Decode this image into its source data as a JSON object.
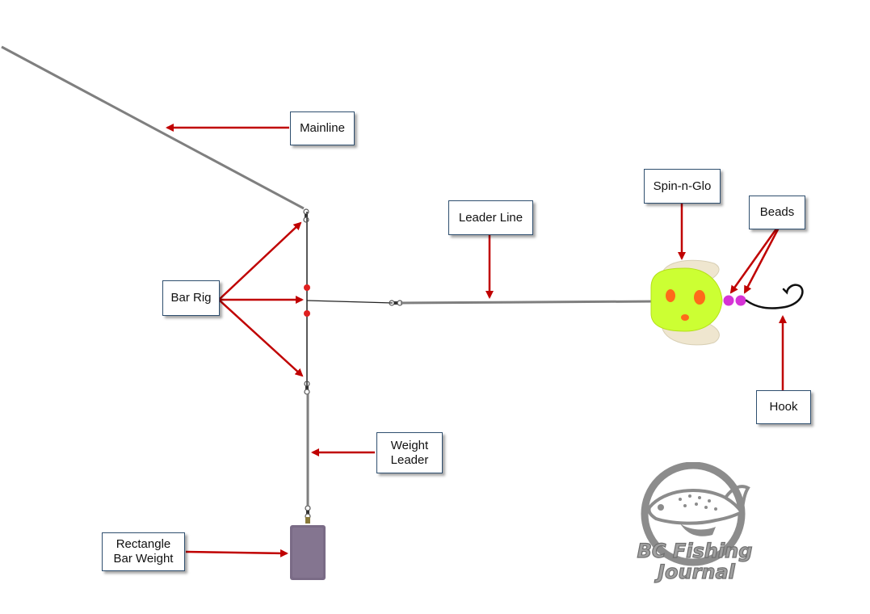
{
  "labels": {
    "mainline": "Mainline",
    "leader_line": "Leader Line",
    "spin_n_glo": "Spin-n-Glo",
    "beads": "Beads",
    "bar_rig": "Bar Rig",
    "hook": "Hook",
    "weight_leader_1": "Weight",
    "weight_leader_2": "Leader",
    "rectangle_bar_weight_1": "Rectangle",
    "rectangle_bar_weight_2": "Bar Weight"
  },
  "logo": {
    "line1": "BC Fishing",
    "line2": "Journal"
  },
  "colors": {
    "arrow": "#c00000",
    "line": "#7f7f7f",
    "label_border": "#2f4f6f",
    "bead": "#d633d6",
    "spinner_body": "#ccff33",
    "spinner_blade": "#efe6cf",
    "spinner_dots": "#ff6a1a",
    "weight": "#7a6b86"
  }
}
